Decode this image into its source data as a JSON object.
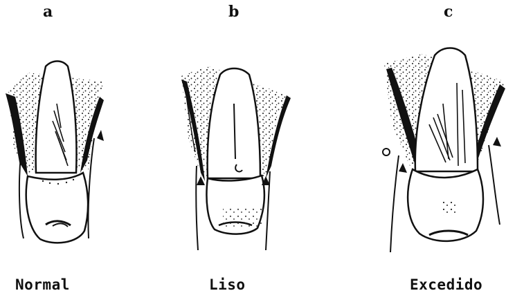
{
  "panels": [
    {
      "letter": "a",
      "caption": "Normal"
    },
    {
      "letter": "b",
      "caption": "Liso"
    },
    {
      "letter": "c",
      "caption": "Excedido"
    }
  ]
}
